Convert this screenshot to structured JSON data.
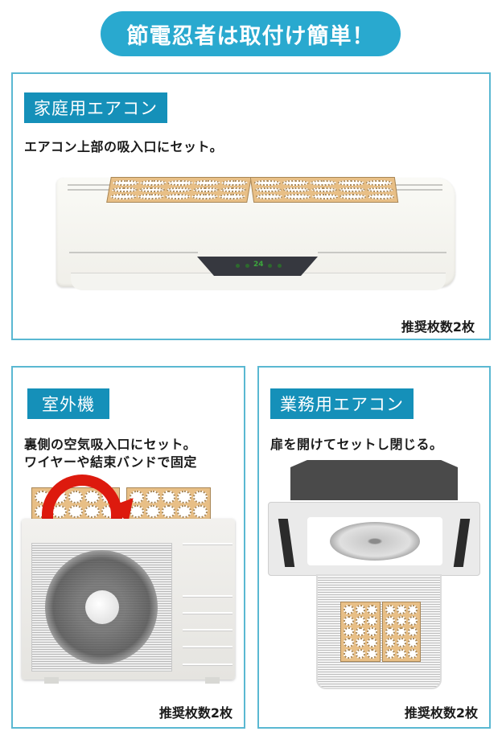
{
  "header": {
    "title": "節電忍者は取付け簡単！",
    "title_bg_color": "#29a9cf"
  },
  "panels": {
    "home_ac": {
      "tag": "家庭用エアコン",
      "description": "エアコン上部の吸入口にセット。",
      "display_temp": "24",
      "recommended": "推奨枚数2枚"
    },
    "outdoor_unit": {
      "tag": "室外機",
      "description_line1": "裏側の空気吸入口にセット。",
      "description_line2": "ワイヤーや結束バンドで固定",
      "recommended": "推奨枚数2枚"
    },
    "commercial_ac": {
      "tag": "業務用エアコン",
      "description": "扉を開けてセットし閉じる。",
      "recommended": "推奨枚数2枚"
    }
  },
  "colors": {
    "tag_bg": "#1590b9",
    "panel_border": "#5ab8d2",
    "filter_color": "#e8bf86",
    "arrow_color": "#dd1a0e"
  }
}
